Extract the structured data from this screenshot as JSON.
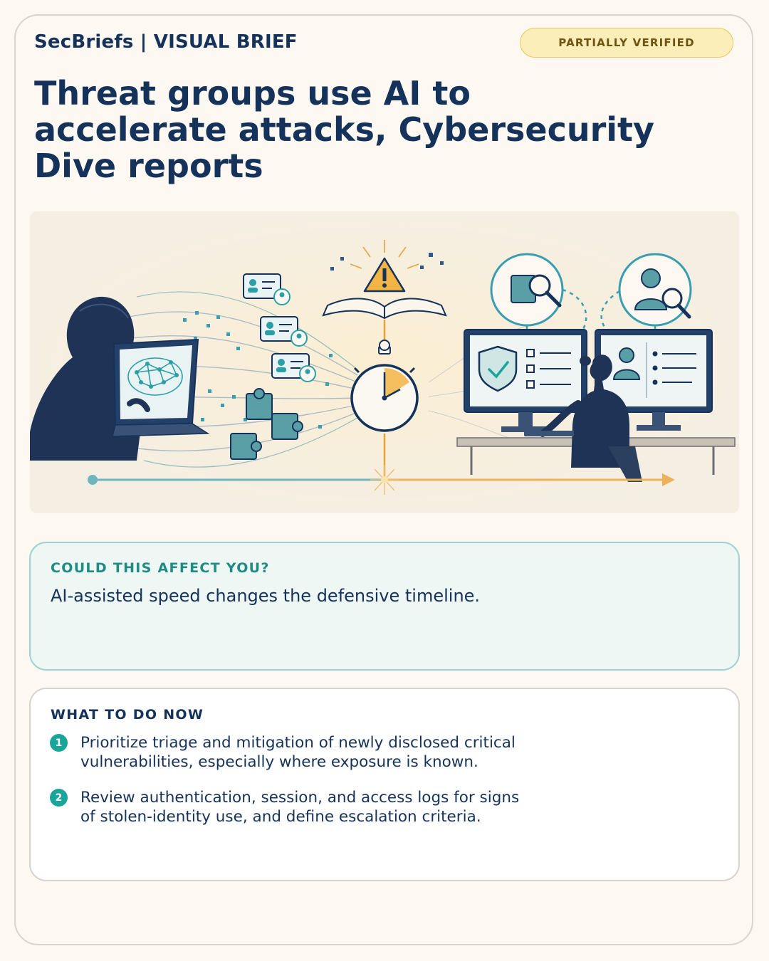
{
  "header": {
    "brand": "SecBriefs | VISUAL BRIEF",
    "status_badge": "PARTIALLY VERIFIED",
    "title": "Threat groups use AI to accelerate attacks, Cybersecurity Dive reports"
  },
  "hero": {
    "illustration": "AI-accelerated attack timeline illustration",
    "icons": [
      "brain-network-icon",
      "id-card-icon",
      "puzzle-piece-icon",
      "warning-icon",
      "book-icon",
      "stopwatch-icon",
      "shield-check-icon",
      "magnifier-icon",
      "user-icon"
    ]
  },
  "affect": {
    "heading": "COULD THIS AFFECT YOU?",
    "text": "AI-assisted speed changes the defensive timeline."
  },
  "todo": {
    "heading": "WHAT TO DO NOW",
    "steps": [
      {
        "num": "1",
        "text": "Prioritize triage and mitigation of newly disclosed critical vulnerabilities, especially where exposure is known."
      },
      {
        "num": "2",
        "text": "Review authentication, session, and access logs for signs of stolen-identity use, and define escalation criteria."
      }
    ]
  },
  "colors": {
    "navy": "#14325a",
    "teal": "#1aa59a",
    "badge_fill": "#fbeeb8",
    "amber": "#e8a33a"
  }
}
